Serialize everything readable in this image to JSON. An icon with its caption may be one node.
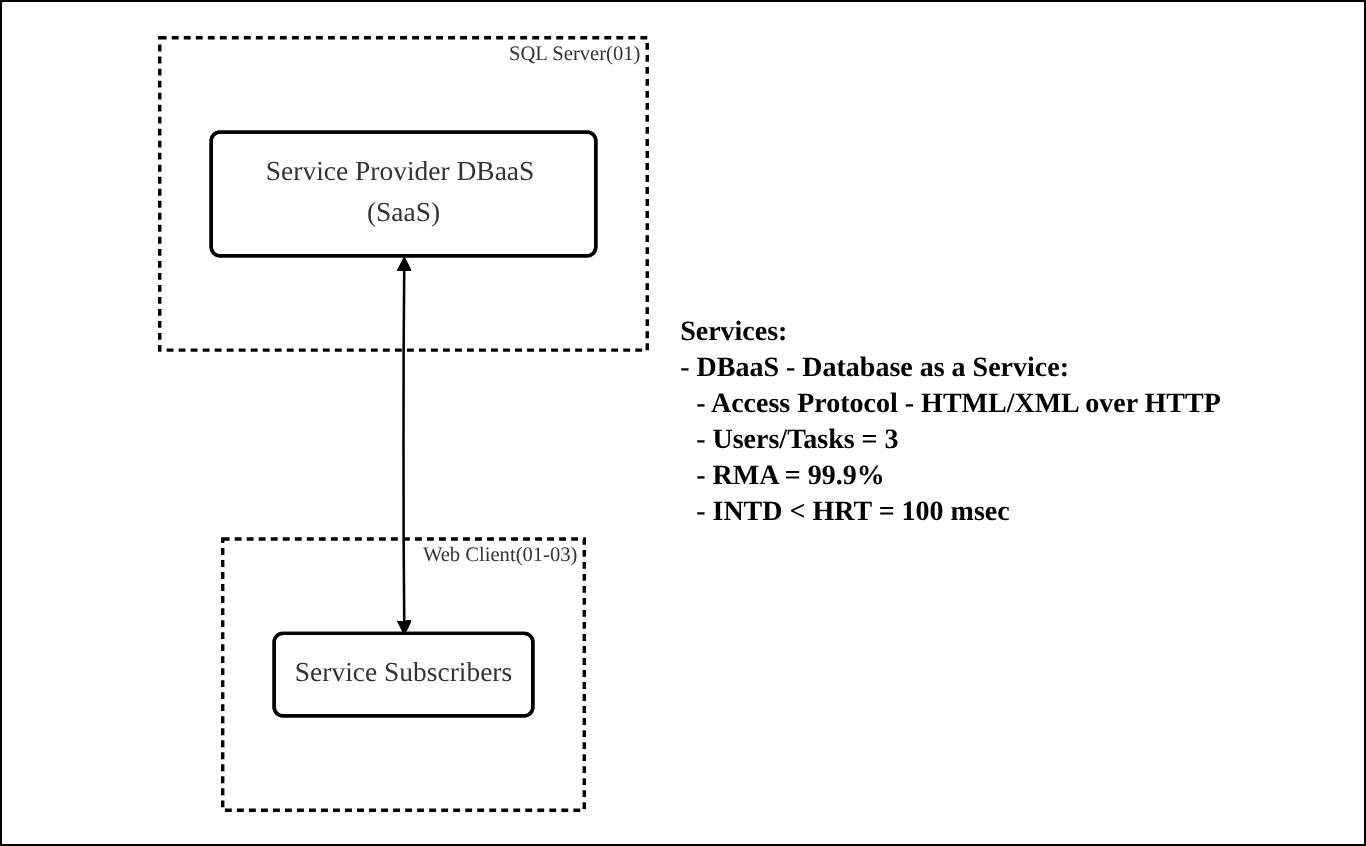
{
  "diagram": {
    "nodes": [
      {
        "text": [
          "SQL Server(01)"
        ]
      },
      {
        "text": [
          "Service Provider DBaaS (SaaS)"
        ],
        "in": 0
      },
      {
        "text": [
          "Web Client(01-03)"
        ]
      },
      {
        "text": [
          "Service Subscribers"
        ],
        "in": 2
      }
    ],
    "edges": [
      {
        "from": 1,
        "to": 3,
        "arrow": "both"
      }
    ],
    "labels": [
      "Services:",
      "- DBaaS - Database as a Service:",
      "- Access Protocol - HTML/XML over HTTP",
      "- Users/Tasks = 3",
      "- RMA = 99.9%",
      "- INTD < HRT = 100 msec"
    ]
  }
}
